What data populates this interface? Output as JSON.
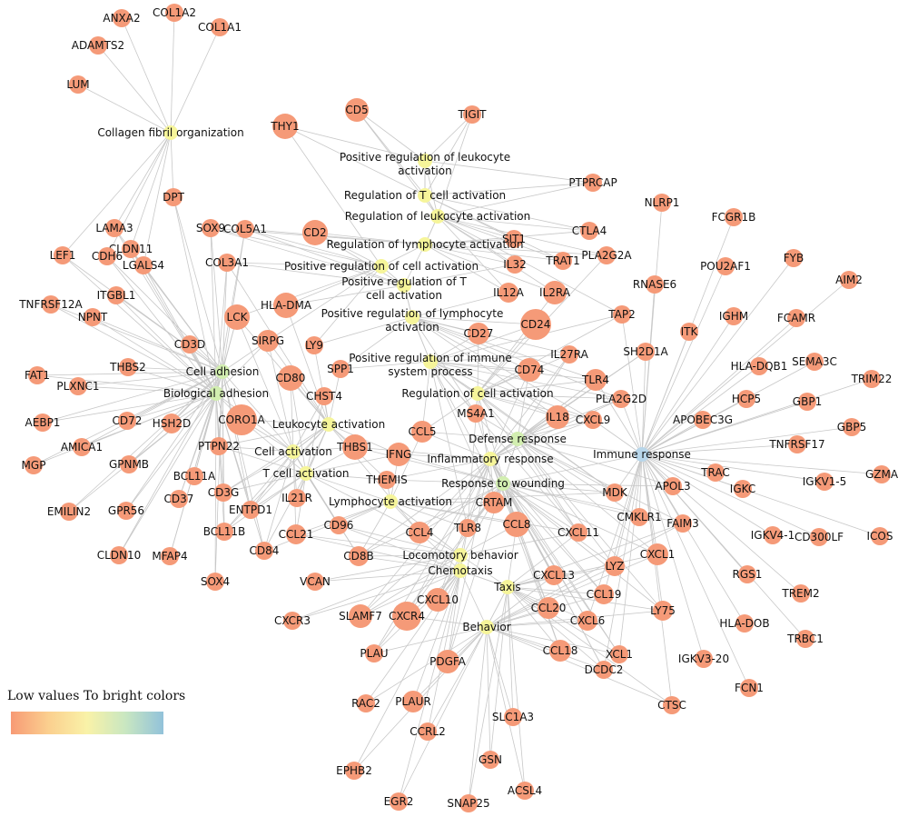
{
  "legend": {
    "title": "Low values To bright colors",
    "colors": [
      "#f79a75",
      "#fbd08f",
      "#f9f2a8",
      "#c9e7c1",
      "#92c2da"
    ]
  },
  "style": {
    "edge": "#c8c8c8",
    "gene": "#f59a78",
    "term_low": "#f6f59a",
    "term_mid": "#d2eeb0",
    "term_high": "#b8d6ea"
  },
  "terms": [
    [
      "Collagen fibril organization",
      188,
      146,
      0.15
    ],
    [
      "Positive regulation of leukocyte activation",
      468,
      177,
      0.15
    ],
    [
      "Regulation of T cell activation",
      468,
      215,
      0.15
    ],
    [
      "Regulation of leukocyte activation",
      482,
      238,
      0.15
    ],
    [
      "Regulation of lymphocyte activation",
      468,
      269,
      0.15
    ],
    [
      "Positive regulation of cell activation",
      420,
      293,
      0.15
    ],
    [
      "Positive regulation of T cell activation",
      445,
      314,
      0.15
    ],
    [
      "Positive regulation of lymphocyte activation",
      454,
      349,
      0.15
    ],
    [
      "Positive regulation of immune system process",
      474,
      398,
      0.25
    ],
    [
      "Regulation of cell activation",
      526,
      433,
      0.15
    ],
    [
      "Cell adhesion",
      245,
      409,
      0.45
    ],
    [
      "Biological adhesion",
      238,
      433,
      0.45
    ],
    [
      "Leukocyte activation",
      362,
      467,
      0.25
    ],
    [
      "Defense response",
      570,
      483,
      0.45
    ],
    [
      "Cell activation",
      323,
      497,
      0.25
    ],
    [
      "Inflammatory response",
      540,
      505,
      0.25
    ],
    [
      "T cell activation",
      337,
      521,
      0.25
    ],
    [
      "Response to wounding",
      554,
      532,
      0.45
    ],
    [
      "Lymphocyte activation",
      430,
      552,
      0.25
    ],
    [
      "Immune response",
      707,
      500,
      0.95
    ],
    [
      "Locomotory behavior",
      507,
      611,
      0.25
    ],
    [
      "Chemotaxis",
      507,
      628,
      0.25
    ],
    [
      "Taxis",
      559,
      646,
      0.25
    ],
    [
      "Behavior",
      536,
      690,
      0.25
    ]
  ],
  "genes": [
    [
      "ANXA2",
      134,
      20,
      10,
      0
    ],
    [
      "COL1A2",
      192,
      14,
      10,
      0
    ],
    [
      "COL1A1",
      242,
      30,
      10,
      0
    ],
    [
      "ADAMTS2",
      108,
      50,
      10,
      0
    ],
    [
      "LUM",
      86,
      93,
      10,
      0
    ],
    [
      "CD5",
      393,
      121,
      13,
      1
    ],
    [
      "TIGIT",
      520,
      126,
      10,
      1
    ],
    [
      "THY1",
      314,
      139,
      14,
      2
    ],
    [
      "PTPRCAP",
      653,
      201,
      10,
      2
    ],
    [
      "NLRP1",
      729,
      223,
      10,
      2
    ],
    [
      "FCGR1B",
      808,
      239,
      10,
      2
    ],
    [
      "DPT",
      191,
      217,
      10,
      2
    ],
    [
      "SOX9",
      232,
      251,
      10,
      2
    ],
    [
      "COL5A1",
      270,
      252,
      10,
      2
    ],
    [
      "CD2",
      347,
      256,
      14,
      2
    ],
    [
      "CTLA4",
      649,
      254,
      10,
      2
    ],
    [
      "LAMA3",
      126,
      251,
      10,
      2
    ],
    [
      "CLDN11",
      144,
      274,
      10,
      2
    ],
    [
      "CDH6",
      118,
      282,
      10,
      2
    ],
    [
      "LEF1",
      69,
      281,
      10,
      2
    ],
    [
      "LGALS4",
      158,
      292,
      10,
      2
    ],
    [
      "COL3A1",
      250,
      289,
      10,
      2
    ],
    [
      "SIT1",
      566,
      263,
      10,
      2
    ],
    [
      "PLA2G2A",
      668,
      281,
      10,
      2
    ],
    [
      "POU2AF1",
      799,
      293,
      10,
      2
    ],
    [
      "FYB",
      874,
      284,
      10,
      2
    ],
    [
      "TRAT1",
      620,
      287,
      10,
      2
    ],
    [
      "IL32",
      567,
      291,
      10,
      2
    ],
    [
      "RNASE6",
      721,
      313,
      10,
      2
    ],
    [
      "AIM2",
      935,
      308,
      10,
      2
    ],
    [
      "IL12A",
      560,
      322,
      11,
      2
    ],
    [
      "IL2RA",
      611,
      322,
      13,
      2
    ],
    [
      "HLA-DMA",
      315,
      336,
      14,
      2
    ],
    [
      "LCK",
      261,
      349,
      14,
      2
    ],
    [
      "ITGBL1",
      128,
      325,
      10,
      2
    ],
    [
      "TNFRSF12A",
      56,
      335,
      10,
      2
    ],
    [
      "NPNT",
      102,
      349,
      10,
      2
    ],
    [
      "TAP2",
      685,
      346,
      10,
      2
    ],
    [
      "IGHM",
      808,
      348,
      10,
      2
    ],
    [
      "FCAMR",
      877,
      350,
      10,
      2
    ],
    [
      "CD27",
      527,
      367,
      12,
      2
    ],
    [
      "CD24",
      590,
      357,
      17,
      2
    ],
    [
      "SIRPG",
      295,
      375,
      12,
      2
    ],
    [
      "LY9",
      346,
      380,
      10,
      2
    ],
    [
      "CD3D",
      209,
      379,
      10,
      2
    ],
    [
      "ITK",
      759,
      365,
      10,
      2
    ],
    [
      "SH2D1A",
      711,
      387,
      10,
      2
    ],
    [
      "IL27RA",
      627,
      390,
      10,
      2
    ],
    [
      "SEMA3C",
      897,
      398,
      10,
      2
    ],
    [
      "HLA-DQB1",
      836,
      403,
      10,
      2
    ],
    [
      "THBS2",
      141,
      404,
      10,
      2
    ],
    [
      "FAT1",
      41,
      413,
      10,
      2
    ],
    [
      "PLXNC1",
      86,
      425,
      10,
      2
    ],
    [
      "SPP1",
      375,
      406,
      10,
      2
    ],
    [
      "CD74",
      583,
      407,
      13,
      2
    ],
    [
      "CD80",
      320,
      416,
      14,
      2
    ],
    [
      "TLR4",
      656,
      418,
      12,
      2
    ],
    [
      "TRIM22",
      960,
      417,
      10,
      2
    ],
    [
      "CHST4",
      357,
      436,
      10,
      2
    ],
    [
      "PLA2G2D",
      684,
      439,
      10,
      2
    ],
    [
      "HCP5",
      822,
      439,
      10,
      2
    ],
    [
      "GBP1",
      889,
      442,
      10,
      2
    ],
    [
      "AEBP1",
      47,
      465,
      10,
      2
    ],
    [
      "CD72",
      140,
      463,
      10,
      2
    ],
    [
      "HSH2D",
      189,
      466,
      11,
      2
    ],
    [
      "CORO1A",
      266,
      462,
      17,
      2
    ],
    [
      "MS4A1",
      524,
      455,
      10,
      2
    ],
    [
      "IL18",
      614,
      459,
      13,
      2
    ],
    [
      "CXCL9",
      653,
      462,
      10,
      2
    ],
    [
      "APOBEC3G",
      774,
      462,
      10,
      2
    ],
    [
      "GBP5",
      938,
      470,
      10,
      2
    ],
    [
      "AMICA1",
      90,
      492,
      10,
      2
    ],
    [
      "PTPN22",
      241,
      491,
      10,
      2
    ],
    [
      "CCL5",
      465,
      475,
      12,
      2
    ],
    [
      "THBS1",
      391,
      492,
      14,
      2
    ],
    [
      "IFNG",
      439,
      500,
      13,
      2
    ],
    [
      "TNFRSF17",
      878,
      489,
      10,
      2
    ],
    [
      "MGP",
      37,
      512,
      10,
      2
    ],
    [
      "GPNMB",
      142,
      511,
      10,
      2
    ],
    [
      "THEMIS",
      426,
      528,
      10,
      2
    ],
    [
      "GZMA",
      971,
      522,
      10,
      2
    ],
    [
      "BCL11A",
      214,
      524,
      10,
      2
    ],
    [
      "IL21R",
      327,
      548,
      10,
      2
    ],
    [
      "TRAC",
      788,
      520,
      10,
      2
    ],
    [
      "IGKV1-5",
      908,
      530,
      10,
      2
    ],
    [
      "CRTAM",
      544,
      553,
      12,
      2
    ],
    [
      "MDK",
      677,
      542,
      10,
      2
    ],
    [
      "APOL3",
      741,
      535,
      10,
      2
    ],
    [
      "IGKC",
      818,
      538,
      10,
      2
    ],
    [
      "CD3G",
      246,
      542,
      10,
      2
    ],
    [
      "CD37",
      197,
      549,
      10,
      2
    ],
    [
      "ENTPD1",
      276,
      561,
      10,
      2
    ],
    [
      "EMILIN2",
      76,
      563,
      10,
      2
    ],
    [
      "GPR56",
      139,
      562,
      10,
      2
    ],
    [
      "BCL11B",
      247,
      585,
      10,
      2
    ],
    [
      "CMKLR1",
      704,
      569,
      10,
      2
    ],
    [
      "CCL21",
      326,
      588,
      11,
      2
    ],
    [
      "CD96",
      373,
      578,
      10,
      2
    ],
    [
      "CCL4",
      462,
      586,
      12,
      2
    ],
    [
      "TLR8",
      515,
      581,
      10,
      2
    ],
    [
      "CCL8",
      569,
      577,
      14,
      2
    ],
    [
      "CXCL11",
      637,
      586,
      10,
      2
    ],
    [
      "FAIM3",
      752,
      576,
      10,
      2
    ],
    [
      "CXCL1",
      724,
      610,
      12,
      2
    ],
    [
      "IGKV4-1",
      851,
      589,
      10,
      2
    ],
    [
      "CD300LF",
      902,
      591,
      10,
      2
    ],
    [
      "ICOS",
      969,
      590,
      10,
      2
    ],
    [
      "CLDN10",
      131,
      611,
      10,
      2
    ],
    [
      "MFAP4",
      187,
      612,
      10,
      2
    ],
    [
      "CD8B",
      395,
      612,
      11,
      2
    ],
    [
      "CD84",
      291,
      606,
      10,
      2
    ],
    [
      "LYZ",
      677,
      623,
      11,
      2
    ],
    [
      "CXCL13",
      610,
      633,
      11,
      2
    ],
    [
      "RGS1",
      823,
      632,
      10,
      2
    ],
    [
      "SOX4",
      237,
      640,
      10,
      2
    ],
    [
      "VCAN",
      347,
      640,
      10,
      2
    ],
    [
      "CCL19",
      665,
      654,
      11,
      2
    ],
    [
      "TREM2",
      882,
      653,
      10,
      2
    ],
    [
      "CXCL10",
      482,
      660,
      13,
      2
    ],
    [
      "SLAMF7",
      397,
      678,
      13,
      2
    ],
    [
      "CXCR4",
      448,
      678,
      16,
      2
    ],
    [
      "CCL20",
      604,
      669,
      12,
      2
    ],
    [
      "CXCL6",
      647,
      683,
      11,
      2
    ],
    [
      "LY75",
      730,
      672,
      11,
      2
    ],
    [
      "CXCR3",
      322,
      683,
      10,
      2
    ],
    [
      "HLA-DOB",
      820,
      686,
      10,
      2
    ],
    [
      "TRBC1",
      887,
      703,
      10,
      2
    ],
    [
      "PLAU",
      412,
      719,
      10,
      2
    ],
    [
      "PDGFA",
      493,
      728,
      13,
      2
    ],
    [
      "CCL18",
      617,
      716,
      12,
      2
    ],
    [
      "XCL1",
      682,
      720,
      10,
      2
    ],
    [
      "IGKV3-20",
      775,
      725,
      10,
      2
    ],
    [
      "DCDC2",
      665,
      737,
      10,
      2
    ],
    [
      "FCN1",
      825,
      757,
      10,
      2
    ],
    [
      "RAC2",
      403,
      774,
      10,
      2
    ],
    [
      "PLAUR",
      455,
      772,
      12,
      2
    ],
    [
      "SLC1A3",
      565,
      789,
      10,
      2
    ],
    [
      "CTSC",
      740,
      776,
      10,
      2
    ],
    [
      "CCRL2",
      471,
      805,
      10,
      2
    ],
    [
      "GSN",
      540,
      836,
      10,
      2
    ],
    [
      "EPHB2",
      390,
      848,
      10,
      2
    ],
    [
      "ACSL4",
      578,
      870,
      10,
      2
    ],
    [
      "EGR2",
      439,
      882,
      10,
      2
    ],
    [
      "SNAP25",
      516,
      884,
      10,
      2
    ]
  ]
}
